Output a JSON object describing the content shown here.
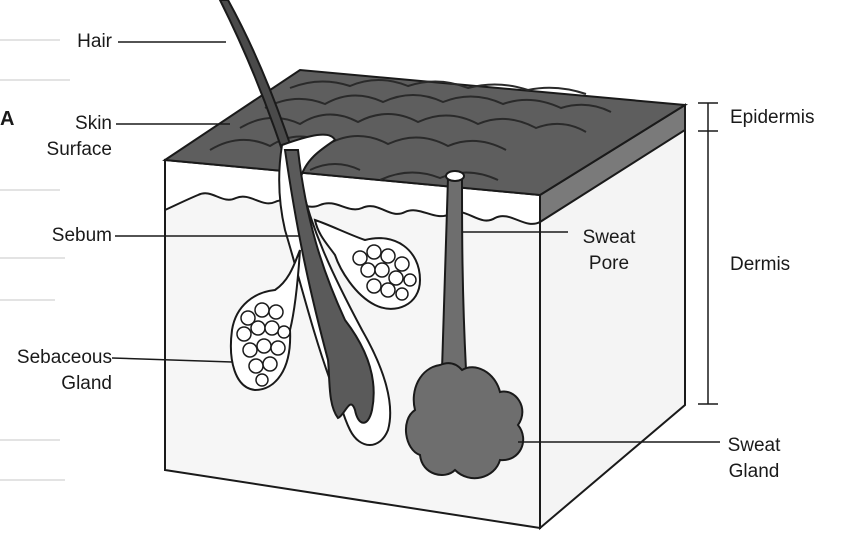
{
  "panel_letter": "A",
  "labels": {
    "hair": "Hair",
    "skin_surface_1": "Skin",
    "skin_surface_2": "Surface",
    "sebum": "Sebum",
    "sebaceous_1": "Sebaceous",
    "sebaceous_2": "Gland",
    "epidermis": "Epidermis",
    "sweat_pore_1": "Sweat",
    "sweat_pore_2": "Pore",
    "dermis": "Dermis",
    "sweat_gland_1": "Sweat",
    "sweat_gland_2": "Gland"
  },
  "colors": {
    "epidermis_fill": "#5e5e5e",
    "dermis_fill": "#f2f2f2",
    "structure_fill": "#6e6e6e",
    "outline": "#1a1a1a"
  }
}
